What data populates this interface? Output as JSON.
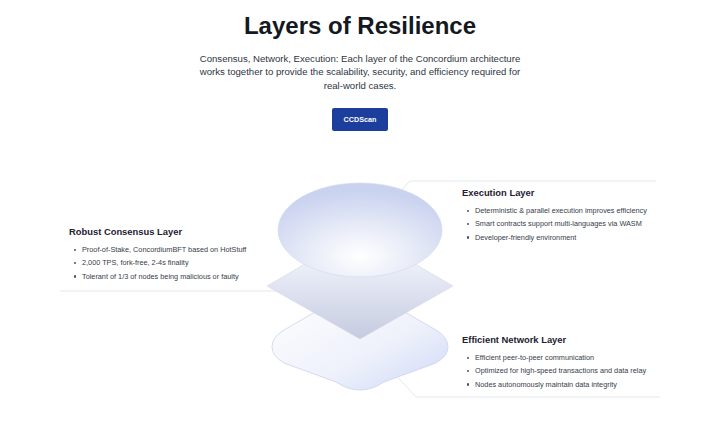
{
  "diagram": {
    "title": "Layers of Resilience",
    "nodes": [
      {
        "text": [
          "CCDScan"
        ]
      },
      {
        "text": [
          "Execution Layer",
          "Deterministic & parallel execution improves efficiency",
          "Smart contracts support multi-languages via WASM",
          "Developer-friendly environment"
        ]
      },
      {
        "text": [
          "Robust Consensus Layer",
          "Proof-of-Stake, ConcordiumBFT based on HotStuff",
          "2,000 TPS, fork-free, 2-4s finality",
          "Tolerant of 1/3 of nodes being malicious or faulty"
        ]
      },
      {
        "text": [
          "Efficient Network Layer",
          "Efficient peer-to-peer communication",
          "Optimized for high-speed transactions and data relay",
          "Nodes autonomously maintain data integrity"
        ]
      }
    ],
    "labels": [
      "Consensus, Network, Execution: Each layer of the Concordium architecture works together to provide the scalability, security, and efficiency required for real-world cases."
    ]
  }
}
